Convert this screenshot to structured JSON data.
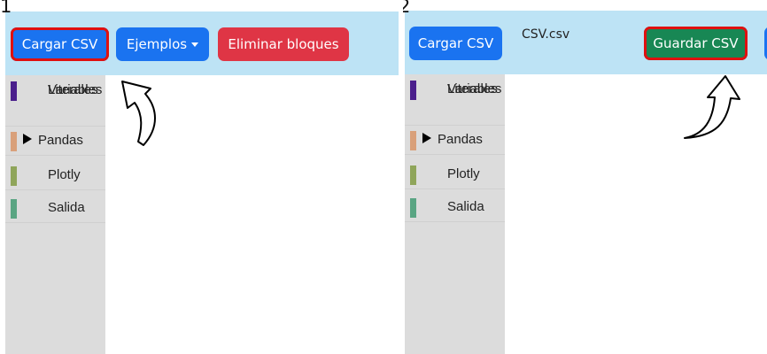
{
  "panels": [
    {
      "step": "1",
      "buttons": {
        "load": "Cargar CSV",
        "examples": "Ejemplos",
        "delete": "Eliminar bloques"
      }
    },
    {
      "step": "2",
      "buttons": {
        "load": "Cargar CSV",
        "save": "Guardar CSV"
      },
      "filename": "CSV.csv"
    }
  ],
  "categories": [
    {
      "label": "Variables",
      "color": "#b18ee8"
    },
    {
      "label": "Literales",
      "color": "#4b1f8c"
    },
    {
      "label": "Pandas",
      "color": "#d9a07a"
    },
    {
      "label": "Plotly",
      "color": "#8fa55a"
    },
    {
      "label": "Salida",
      "color": "#5aa583"
    }
  ],
  "icons": {
    "expand": "triangle-right-icon",
    "pointer": "curved-arrow-icon"
  }
}
